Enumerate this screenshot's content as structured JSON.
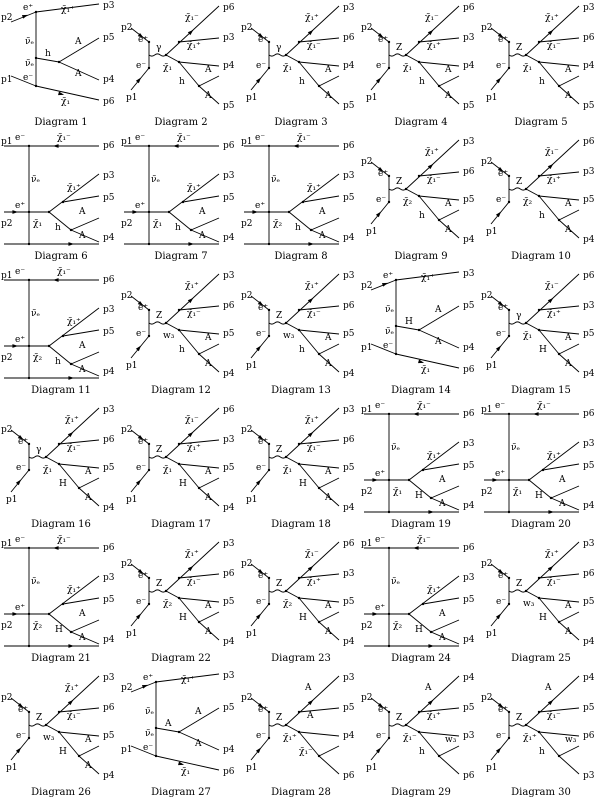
{
  "diagrams": [
    {
      "caption": "Diagram 1",
      "lines": [
        [
          "p2",
          "c"
        ],
        [
          "c",
          "p3"
        ],
        [
          "c",
          "e"
        ],
        [
          "e",
          "d"
        ],
        [
          "d",
          "p1"
        ],
        [
          "d",
          "p6"
        ],
        [
          "e",
          "f"
        ],
        [
          "f",
          "p4"
        ],
        [
          "f",
          "p5"
        ]
      ],
      "labels": [
        "p2",
        "p1",
        "p3",
        "p5",
        "p4",
        "p6",
        "e⁺",
        "e⁻",
        "χ̃₁⁺",
        "χ̃₁",
        "ν̃ₑ",
        "ν̃ₑ",
        "h",
        "A",
        "A"
      ]
    },
    {
      "caption": "Diagram 2",
      "labels": [
        "p2",
        "p1",
        "p6",
        "p3",
        "p4",
        "p5",
        "e⁺",
        "e⁻",
        "γ",
        "χ̃₁⁻",
        "χ̃₁⁺",
        "χ̃₁",
        "h",
        "A",
        "A"
      ]
    },
    {
      "caption": "Diagram 3",
      "labels": [
        "p2",
        "p1",
        "p3",
        "p6",
        "p4",
        "p5",
        "e⁺",
        "e⁻",
        "γ",
        "χ̃₁⁺",
        "χ̃₁⁻",
        "χ̃₁",
        "h",
        "A",
        "A"
      ]
    },
    {
      "caption": "Diagram 4",
      "labels": [
        "p2",
        "p1",
        "p6",
        "p3",
        "p4",
        "p5",
        "e⁺",
        "e⁻",
        "Z",
        "χ̃₁⁻",
        "χ̃₁⁺",
        "χ̃₁",
        "h",
        "A",
        "A"
      ]
    },
    {
      "caption": "Diagram 5",
      "labels": [
        "p2",
        "p1",
        "p3",
        "p6",
        "p4",
        "p5",
        "e⁺",
        "e⁻",
        "Z",
        "χ̃₁⁺",
        "χ̃₁⁻",
        "χ̃₁",
        "h",
        "A",
        "A"
      ]
    },
    {
      "caption": "Diagram 6",
      "labels": [
        "p1",
        "p2",
        "p6",
        "p3",
        "p5",
        "p4",
        "e⁻",
        "e⁺",
        "χ̃₁⁻",
        "χ̃₁⁺",
        "ν̃ₑ",
        "χ̃₁",
        "h",
        "A",
        "A"
      ]
    },
    {
      "caption": "Diagram 7",
      "labels": [
        "p1",
        "p2",
        "p6",
        "p3",
        "p5",
        "p4",
        "e⁻",
        "e⁺",
        "χ̃₁⁻",
        "χ̃₁⁺",
        "ν̃ₑ",
        "χ̃₁",
        "h",
        "A",
        "A"
      ]
    },
    {
      "caption": "Diagram 8",
      "labels": [
        "p1",
        "p2",
        "p6",
        "p3",
        "p5",
        "p4",
        "e⁻",
        "e⁺",
        "χ̃₁⁻",
        "χ̃₁⁺",
        "ν̃ₑ",
        "χ̃₂",
        "h",
        "A",
        "A"
      ]
    },
    {
      "caption": "Diagram 9",
      "labels": [
        "p2",
        "p1",
        "p3",
        "p6",
        "p5",
        "p4",
        "e⁺",
        "e⁻",
        "Z",
        "χ̃₁⁺",
        "χ̃₁⁻",
        "χ̃₂",
        "h",
        "A",
        "A"
      ]
    },
    {
      "caption": "Diagram 10",
      "labels": [
        "p2",
        "p1",
        "p6",
        "p3",
        "p5",
        "p4",
        "e⁺",
        "e⁻",
        "Z",
        "χ̃₁⁻",
        "χ̃₁⁺",
        "χ̃₂",
        "h",
        "A",
        "A"
      ]
    },
    {
      "caption": "Diagram 11",
      "labels": [
        "p1",
        "p2",
        "p6",
        "p3",
        "p5",
        "p4",
        "e⁻",
        "e⁺",
        "χ̃₁⁻",
        "χ̃₁⁺",
        "ν̃ₑ",
        "χ̃₂",
        "h",
        "A",
        "A"
      ]
    },
    {
      "caption": "Diagram 12",
      "labels": [
        "p2",
        "p1",
        "p3",
        "p6",
        "p5",
        "p4",
        "e⁺",
        "e⁻",
        "Z",
        "χ̃₁⁺",
        "χ̃₁⁻",
        "w₃",
        "h",
        "A",
        "A"
      ]
    },
    {
      "caption": "Diagram 13",
      "labels": [
        "p2",
        "p1",
        "p3",
        "p6",
        "p5",
        "p4",
        "e⁺",
        "e⁻",
        "Z",
        "χ̃₁⁺",
        "χ̃₁⁻",
        "w₃",
        "h",
        "A",
        "A"
      ]
    },
    {
      "caption": "Diagram 14",
      "labels": [
        "p2",
        "p1",
        "p3",
        "p5",
        "p4",
        "p6",
        "e⁺",
        "e⁻",
        "χ̃₁⁺",
        "χ̃₁",
        "ν̃ₑ",
        "ν̃ₑ",
        "H",
        "A",
        "A"
      ]
    },
    {
      "caption": "Diagram 15",
      "labels": [
        "p2",
        "p1",
        "p6",
        "p3",
        "p5",
        "p4",
        "e⁺",
        "e⁻",
        "γ",
        "χ̃₁⁻",
        "χ̃₁⁺",
        "χ̃₁",
        "H",
        "A",
        "A"
      ]
    },
    {
      "caption": "Diagram 16",
      "labels": [
        "p2",
        "p1",
        "p3",
        "p6",
        "p5",
        "p4",
        "e⁺",
        "e⁻",
        "γ",
        "χ̃₁⁺",
        "χ̃₁⁻",
        "χ̃₁",
        "H",
        "A",
        "A"
      ]
    },
    {
      "caption": "Diagram 17",
      "labels": [
        "p2",
        "p1",
        "p6",
        "p3",
        "p5",
        "p4",
        "e⁺",
        "e⁻",
        "Z",
        "χ̃₁⁻",
        "χ̃₁⁺",
        "χ̃₁",
        "H",
        "A",
        "A"
      ]
    },
    {
      "caption": "Diagram 18",
      "labels": [
        "p2",
        "p1",
        "p3",
        "p6",
        "p5",
        "p4",
        "e⁺",
        "e⁻",
        "Z",
        "χ̃₁⁺",
        "χ̃₁⁻",
        "χ̃₁",
        "H",
        "A",
        "A"
      ]
    },
    {
      "caption": "Diagram 19",
      "labels": [
        "p1",
        "p2",
        "p6",
        "p3",
        "p5",
        "p4",
        "e⁻",
        "e⁺",
        "χ̃₁⁻",
        "χ̃₁⁺",
        "ν̃ₑ",
        "χ̃₁",
        "H",
        "A",
        "A"
      ]
    },
    {
      "caption": "Diagram 20",
      "labels": [
        "p1",
        "p2",
        "p6",
        "p3",
        "p5",
        "p4",
        "e⁻",
        "e⁺",
        "χ̃₁⁻",
        "χ̃₁⁺",
        "ν̃ₑ",
        "χ̃₁",
        "H",
        "A",
        "A"
      ]
    },
    {
      "caption": "Diagram 21",
      "labels": [
        "p1",
        "p2",
        "p6",
        "p3",
        "p5",
        "p4",
        "e⁻",
        "e⁺",
        "χ̃₁⁻",
        "χ̃₁⁺",
        "ν̃ₑ",
        "χ̃₂",
        "H",
        "A",
        "A"
      ]
    },
    {
      "caption": "Diagram 22",
      "labels": [
        "p2",
        "p1",
        "p3",
        "p6",
        "p5",
        "p4",
        "e⁺",
        "e⁻",
        "Z",
        "χ̃₁⁺",
        "χ̃₁⁻",
        "χ̃₂",
        "H",
        "A",
        "A"
      ]
    },
    {
      "caption": "Diagram 23",
      "labels": [
        "p2",
        "p1",
        "p6",
        "p3",
        "p5",
        "p4",
        "e⁺",
        "e⁻",
        "Z",
        "χ̃₁⁻",
        "χ̃₁⁺",
        "χ̃₂",
        "H",
        "A",
        "A"
      ]
    },
    {
      "caption": "Diagram 24",
      "labels": [
        "p1",
        "p2",
        "p6",
        "p3",
        "p5",
        "p4",
        "e⁻",
        "e⁺",
        "χ̃₁⁻",
        "χ̃₁⁺",
        "ν̃ₑ",
        "χ̃₂",
        "H",
        "A",
        "A"
      ]
    },
    {
      "caption": "Diagram 25",
      "labels": [
        "p2",
        "p1",
        "p3",
        "p6",
        "p5",
        "p4",
        "e⁺",
        "e⁻",
        "Z",
        "χ̃₁⁺",
        "χ̃₁⁻",
        "w₃",
        "H",
        "A",
        "A"
      ]
    },
    {
      "caption": "Diagram 26",
      "labels": [
        "p2",
        "p1",
        "p3",
        "p6",
        "p5",
        "p4",
        "e⁺",
        "e⁻",
        "Z",
        "χ̃₁⁺",
        "χ̃₁⁻",
        "w₃",
        "H",
        "A",
        "A"
      ]
    },
    {
      "caption": "Diagram 27",
      "labels": [
        "p2",
        "p1",
        "p3",
        "p5",
        "p4",
        "p6",
        "e⁺",
        "e⁻",
        "χ̃₁⁺",
        "χ̃₁",
        "ν̃ₑ",
        "ν̃ₑ",
        "A",
        "A",
        "A"
      ]
    },
    {
      "caption": "Diagram 28",
      "labels": [
        "p2",
        "p1",
        "p3",
        "p5",
        "p4",
        "p6",
        "e⁺",
        "e⁻",
        "Z",
        "A",
        "A",
        "χ̃₁⁺",
        "χ̃₁⁻",
        "",
        ""
      ]
    },
    {
      "caption": "Diagram 29",
      "labels": [
        "p2",
        "p1",
        "p4",
        "p5",
        "p3",
        "p6",
        "e⁺",
        "e⁻",
        "Z",
        "A",
        "χ̃₁⁺",
        "χ̃₁⁻",
        "h",
        "w₃",
        ""
      ]
    },
    {
      "caption": "Diagram 30",
      "labels": [
        "p2",
        "p1",
        "p4",
        "p5",
        "p6",
        "p3",
        "e⁺",
        "e⁻",
        "Z",
        "A",
        "χ̃₁⁻",
        "χ̃₁⁺",
        "h",
        "w₃",
        ""
      ]
    }
  ]
}
